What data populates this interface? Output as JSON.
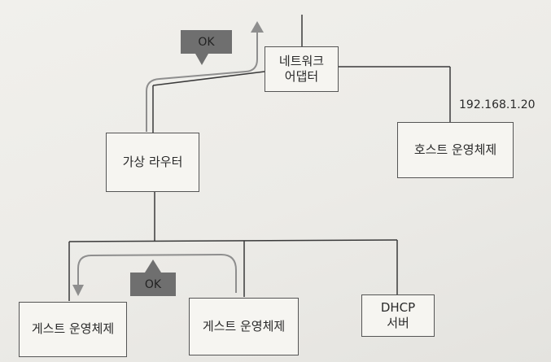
{
  "nodes": {
    "network_adapter": "네트워크\n어댑터",
    "virtual_router": "가상 라우터",
    "host_os": "호스트 운영체제",
    "guest_os_1": "게스트 운영체제",
    "guest_os_2": "게스트 운영체제",
    "dhcp_server": "DHCP\n서버"
  },
  "labels": {
    "host_ip": "192.168.1.20",
    "ok_top": "OK",
    "ok_bottom": "OK"
  },
  "colors": {
    "line": "#3a3a3a",
    "flow": "#8e8e8e",
    "callout": "#6f6f6f"
  }
}
